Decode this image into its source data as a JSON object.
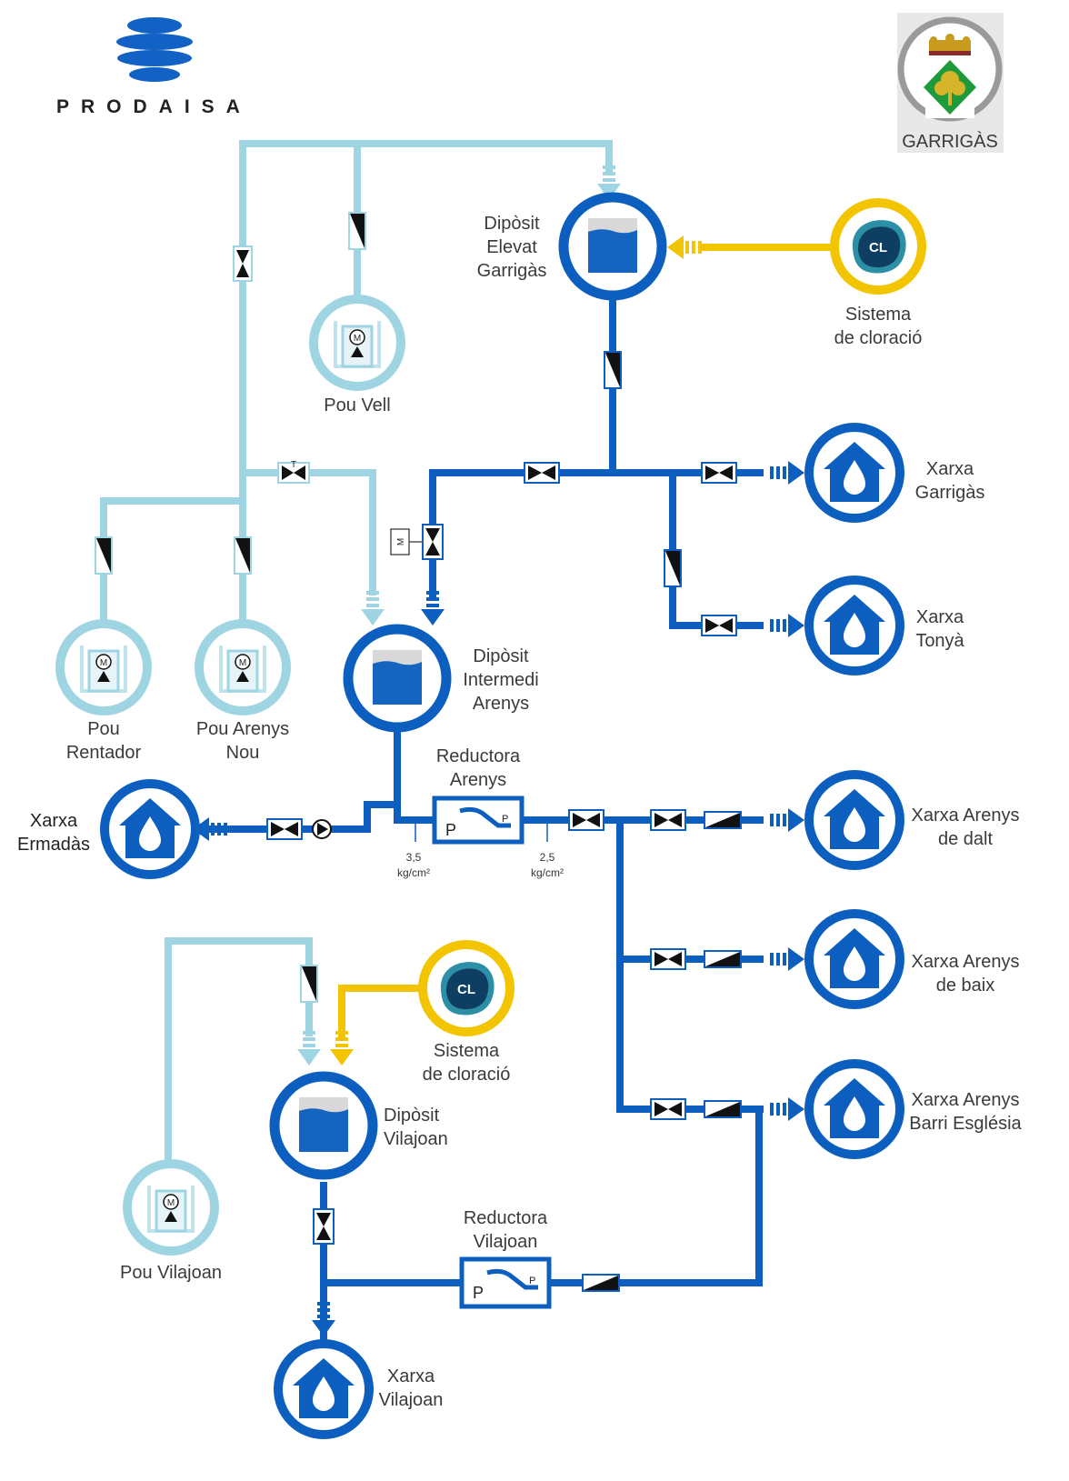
{
  "brand": {
    "name": "PRODAISA"
  },
  "coat_of_arms": {
    "label": "GARRIGÀS"
  },
  "colors": {
    "dark_pipe": "#0d5fbf",
    "light_pipe": "#9fd5e3",
    "chlorine": "#f2c500",
    "water": "#1565c0"
  },
  "nodes": {
    "diposit_garrigas": [
      "Dipòsit",
      "Elevat",
      "Garrigàs"
    ],
    "cl_top": [
      "Sistema",
      "de cloració"
    ],
    "pou_vell": [
      "Pou Vell"
    ],
    "xarxa_garrigas": [
      "Xarxa",
      "Garrigàs"
    ],
    "xarxa_tonya": [
      "Xarxa",
      "Tonyà"
    ],
    "pou_rentador": [
      "Pou",
      "Rentador"
    ],
    "pou_arenys_nou": [
      "Pou Arenys",
      "Nou"
    ],
    "diposit_arenys": [
      "Dipòsit",
      "Intermedi",
      "Arenys"
    ],
    "reductora_arenys": [
      "Reductora",
      "Arenys"
    ],
    "xarxa_ermadas": [
      "Xarxa",
      "Ermadàs"
    ],
    "xarxa_arenys_dalt": [
      "Xarxa Arenys",
      "de dalt"
    ],
    "xarxa_arenys_baix": [
      "Xarxa Arenys",
      "de baix"
    ],
    "cl_bottom": [
      "Sistema",
      "de cloració"
    ],
    "diposit_vilajoan": [
      "Dipòsit",
      "Vilajoan"
    ],
    "xarxa_barri_esglesia": [
      "Xarxa Arenys",
      "Barri Església"
    ],
    "pou_vilajoan": [
      "Pou Vilajoan"
    ],
    "reductora_vilajoan": [
      "Reductora",
      "Vilajoan"
    ],
    "xarxa_vilajoan": [
      "Xarxa",
      "Vilajoan"
    ]
  },
  "pressures": {
    "in": [
      "3,5",
      "kg/cm²"
    ],
    "out": [
      "2,5",
      "kg/cm²"
    ]
  },
  "symbols": {
    "cl": "CL",
    "motor": "M",
    "thermo": "T",
    "reducer_in": "P",
    "reducer_out": "P"
  }
}
